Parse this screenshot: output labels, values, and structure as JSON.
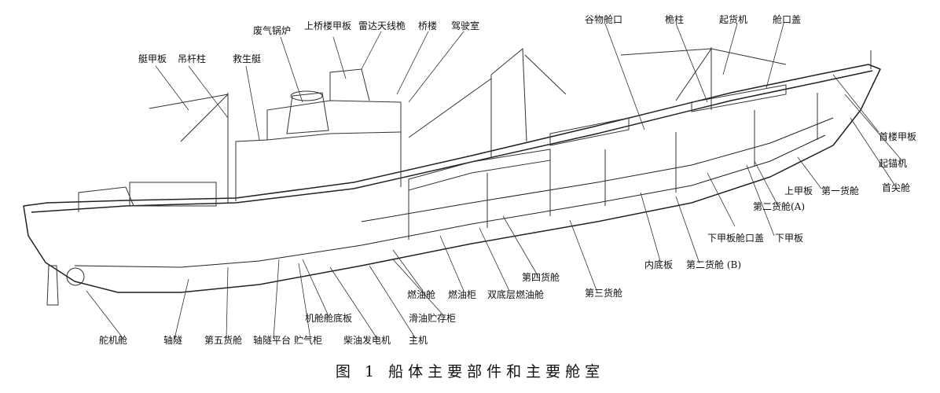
{
  "labels": {
    "lifeboat_deck": "艇甲板",
    "derrick_post": "吊杆柱",
    "lifeboat": "救生艇",
    "waste_boiler": "废气锅炉",
    "upper_bridge_deck": "上桥楼甲板",
    "radar_mast": "雷达天线桅",
    "bridge": "桥楼",
    "wheelhouse": "驾驶室",
    "grain_hatch": "谷物舱口",
    "mast": "桅柱",
    "cargo_winch": "起货机",
    "hatch_cover": "舱口盖",
    "forecastle_deck": "首楼甲板",
    "windlass": "起锚机",
    "fore_peak": "首尖舱",
    "upper_deck": "上甲板",
    "no1_hold": "第一货舱",
    "no2_hold_a": "第二货舱(A)",
    "tween_hatch_cover": "下甲板舱口盖",
    "lower_deck": "下甲板",
    "inner_bottom": "内底板",
    "no2_hold_b": "第二货舱 (B)",
    "no4_hold": "第四货舱",
    "no3_hold": "第三货舱",
    "fuel_tank": "燃油舱",
    "fuel_cabinet": "燃油柜",
    "double_bottom_fuel": "双底层燃油舱",
    "lube_oil_tank": "滑油贮存柜",
    "main_engine": "主机",
    "engine_room_floor": "机舱舱底板",
    "diesel_generator": "柴油发电机",
    "steering_gear_room": "舵机舱",
    "shaft_tunnel": "轴隧",
    "no5_hold": "第五货舱",
    "shaft_platform": "轴隧平台",
    "air_receiver": "贮气柜"
  },
  "caption": "图 1  船体主要部件和主要舱室"
}
